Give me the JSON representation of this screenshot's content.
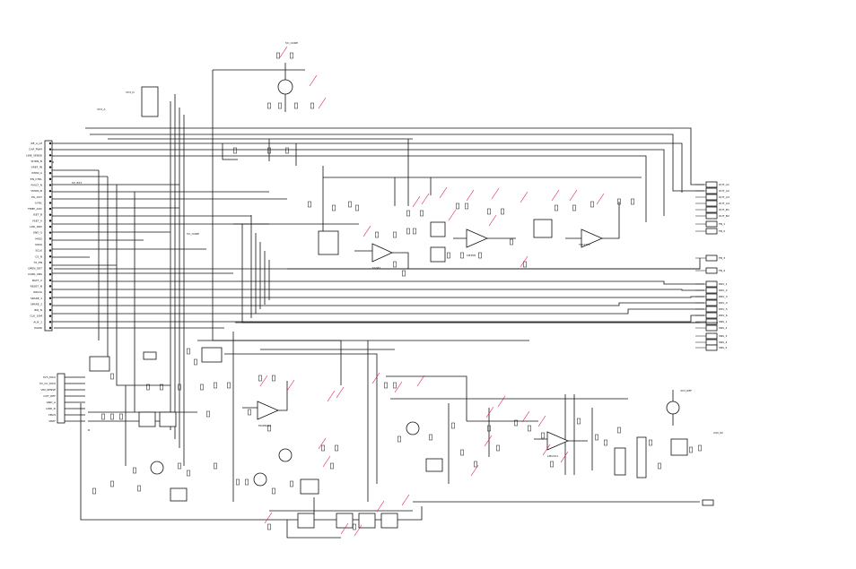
{
  "diagram": {
    "left_connector_pins": [
      "RE_A_LP",
      "CAP_PWM",
      "LINE_SENSE",
      "SHDN_N",
      "VREF_IN",
      "IMON_A",
      "EN_CTRL",
      "FAULT_N",
      "VMON_B",
      "PG_OUT",
      "SYNC",
      "TEMP_ADC",
      "ISET_B",
      "VSET_A",
      "LED_DRV",
      "GND_S",
      "MISO",
      "MOSI",
      "SCLK",
      "CS_N",
      "TX_EN",
      "OPEN_DET",
      "CURR_SNS",
      "BATT_V",
      "RESET_N",
      "WDOG",
      "SPARE_1",
      "SPARE_2",
      "IRQ_N",
      "CLK_10M",
      "AUX_1",
      "PGND"
    ],
    "lower_connector_pins": [
      "3V3_MCU",
      "5V_CC_MCU",
      "VIN_SENSE",
      "OUT_REF",
      "GND_A",
      "GND_D",
      "VBUS",
      "VREF"
    ],
    "right_connector_labels": [
      "OUT_A1",
      "OUT_A2",
      "OUT_A3",
      "OUT_A4",
      "OUT_B1",
      "OUT_B2",
      "FB_1",
      "FB_2",
      "FB_3",
      "FB_4",
      "DRV_1",
      "DRV_2",
      "DRV_3",
      "DRV_4",
      "DRV_5",
      "DRV_6",
      "SNS_1",
      "SNS_2",
      "SNS_3",
      "SNS_4",
      "SNS_5"
    ],
    "power_labels": [
      "5V_CORE",
      "3V3_A",
      "3V3_D",
      "5V_EXT",
      "5V_CORE",
      "3V3_REF",
      "24V_IN"
    ],
    "chip_labels": [
      "TL082",
      "LM358",
      "TLV2372",
      "MCP6002",
      "LMV321"
    ]
  }
}
